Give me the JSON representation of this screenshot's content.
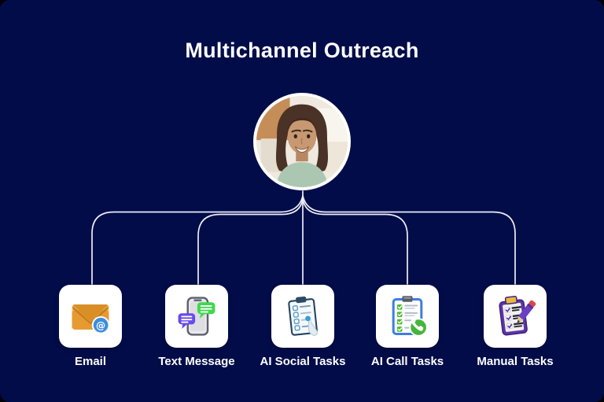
{
  "title": "Multichannel Outreach",
  "avatar": {
    "description": "smiling woman portrait, circular photo with white ring"
  },
  "channels": [
    {
      "label": "Email",
      "icon": "email-envelope-icon"
    },
    {
      "label": "Text Message",
      "icon": "phone-chat-bubbles-icon"
    },
    {
      "label": "AI Social Tasks",
      "icon": "clipboard-checklist-hand-icon"
    },
    {
      "label": "AI Call Tasks",
      "icon": "clipboard-checklist-phone-icon"
    },
    {
      "label": "Manual Tasks",
      "icon": "clipboard-checklist-pencil-icon"
    }
  ],
  "colors": {
    "background": "#020C49",
    "connector_line": "#EDEDF6",
    "card_background": "#FFFFFF",
    "title_text": "#FFFFFF",
    "label_text": "#FFFFFF",
    "email_orange": "#E59A32",
    "bubble_green": "#3FD84F",
    "bubble_purple": "#6A4BEA",
    "call_blue": "#3F7DE0",
    "call_green": "#47B43C",
    "manual_purple": "#5E35A8"
  }
}
